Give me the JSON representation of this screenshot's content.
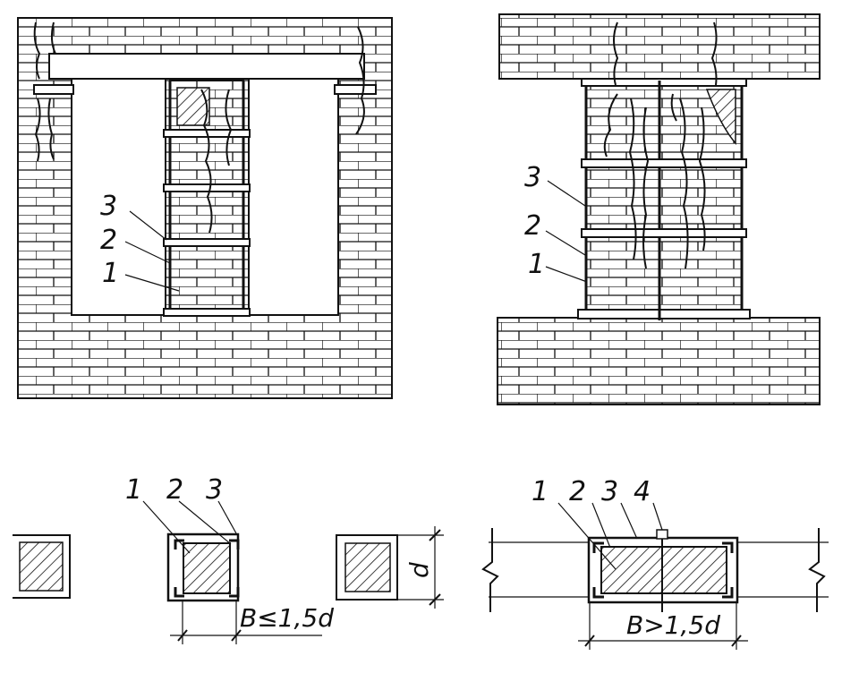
{
  "elevation_left": {
    "labels": [
      "3",
      "2",
      "1"
    ]
  },
  "elevation_right": {
    "labels": [
      "3",
      "2",
      "1"
    ]
  },
  "section_narrow": {
    "labels": [
      "1",
      "2",
      "3"
    ],
    "width_dim": "B≤1,5d",
    "height_dim": "d"
  },
  "section_wide": {
    "labels": [
      "1",
      "2",
      "3",
      "4"
    ],
    "width_dim": "B>1,5d"
  },
  "colors": {
    "ink": "#111111",
    "background": "#ffffff"
  }
}
